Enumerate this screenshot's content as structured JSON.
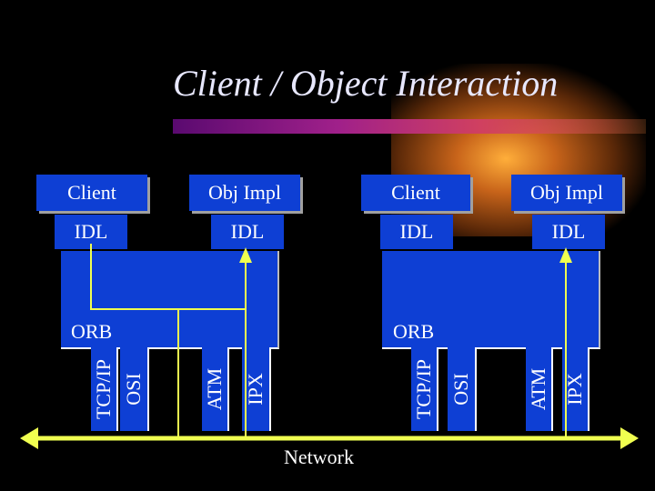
{
  "title": "Client / Object Interaction",
  "left_group": {
    "client": "Client",
    "obj_impl": "Obj Impl",
    "idl_client": "IDL",
    "idl_impl": "IDL",
    "orb": "ORB",
    "stacks": [
      "TCP/IP",
      "OSI",
      "ATM",
      "IPX"
    ]
  },
  "right_group": {
    "client": "Client",
    "obj_impl": "Obj Impl",
    "idl_client": "IDL",
    "idl_impl": "IDL",
    "orb": "ORB",
    "stacks": [
      "TCP/IP",
      "OSI",
      "ATM",
      "IPX"
    ]
  },
  "network_label": "Network",
  "colors": {
    "box": "#0e3fd4",
    "line": "#f0ff50",
    "background": "#000000"
  }
}
